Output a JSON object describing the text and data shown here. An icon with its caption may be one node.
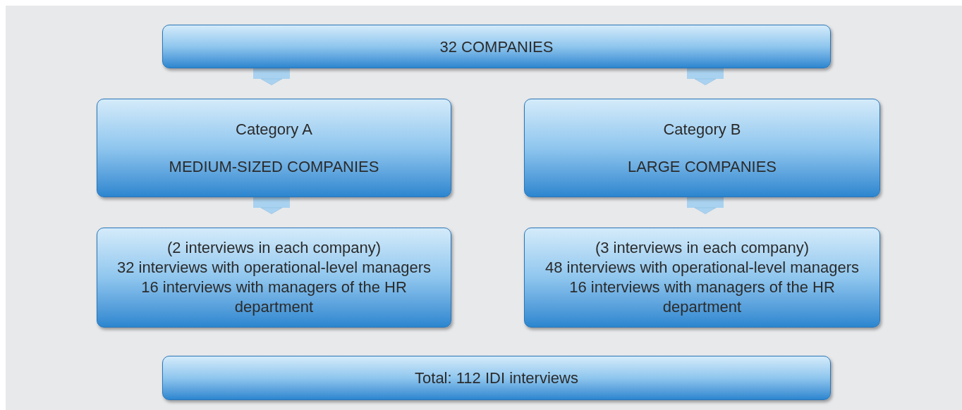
{
  "diagram": {
    "nodes": [
      {
        "text": [
          "32 COMPANIES"
        ]
      },
      {
        "text": [
          "Category A",
          "MEDIUM-SIZED COMPANIES"
        ]
      },
      {
        "text": [
          "Category B",
          "LARGE COMPANIES"
        ]
      },
      {
        "text": [
          "(2 interviews in each company)",
          "32 interviews with operational-level managers",
          "16 interviews with managers of the HR department"
        ]
      },
      {
        "text": [
          "(3 interviews in each company)",
          "48 interviews with operational-level managers",
          "16 interviews with managers of the HR department"
        ]
      },
      {
        "text": [
          "Total: 112 IDI interviews"
        ]
      }
    ],
    "edges": [
      {
        "from": 0,
        "to": 1,
        "arrow": "to"
      },
      {
        "from": 0,
        "to": 2,
        "arrow": "to"
      },
      {
        "from": 1,
        "to": 3,
        "arrow": "to"
      },
      {
        "from": 2,
        "to": 4,
        "arrow": "to"
      }
    ]
  }
}
